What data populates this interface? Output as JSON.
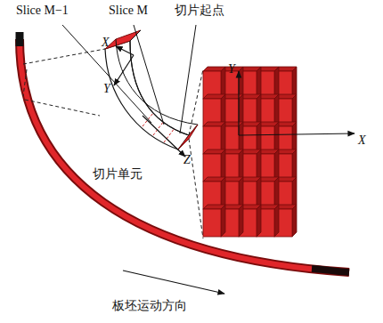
{
  "diagram": {
    "labels": [
      "Slice M−1",
      "Slice M",
      "切片起点",
      "X",
      "Y",
      "Z",
      "Y",
      "X",
      "切片单元",
      "板坯运动方向"
    ]
  }
}
